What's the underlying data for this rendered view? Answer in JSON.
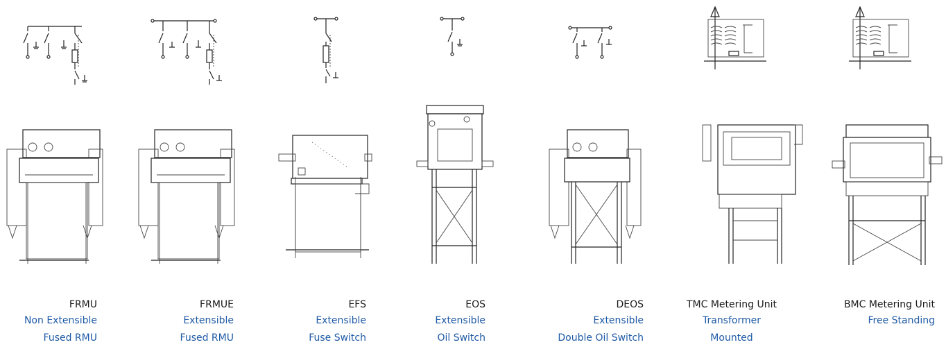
{
  "products": [
    {
      "code": "FRMU",
      "lines": [
        "Non Extensible",
        "Fused RMU"
      ]
    },
    {
      "code": "FRMUE",
      "lines": [
        "Extensible",
        "Fused RMU"
      ]
    },
    {
      "code": "EFS",
      "lines": [
        "Extensible",
        "Fuse Switch"
      ]
    },
    {
      "code": "EOS",
      "lines": [
        "Extensible",
        "Oil Switch"
      ]
    },
    {
      "code": "DEOS",
      "lines": [
        "Extensible",
        "Double Oil Switch"
      ]
    },
    {
      "code": "TMC Metering Unit",
      "lines": [
        "Transformer",
        "Mounted"
      ]
    },
    {
      "code": "BMC Metering Unit",
      "lines": [
        "Free Standing"
      ]
    }
  ],
  "colors": {
    "text": "#1a1a1a",
    "accent": "#1f5aa6"
  }
}
